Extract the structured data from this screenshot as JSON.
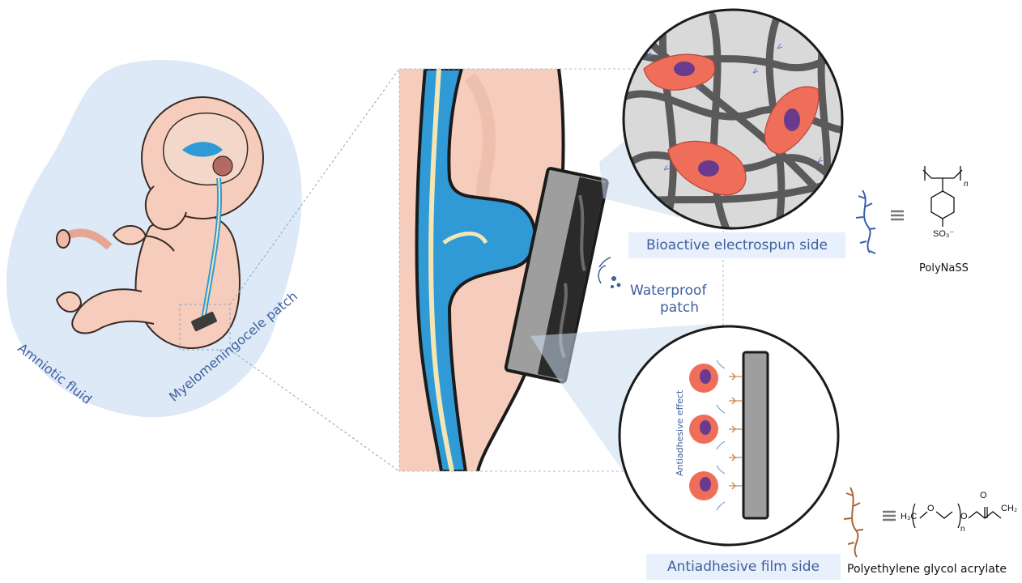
{
  "labels": {
    "amniotic_fluid": "Amniotic fluid",
    "myelo_patch": "Myelomeningocele patch",
    "waterproof_line1": "Waterproof",
    "waterproof_line2": "patch",
    "bioactive_side": "Bioactive electrospun side",
    "antiadhesive_side": "Antiadhesive film side",
    "antiadhesive_effect": "Antiadhesive effect",
    "polynass": "PolyNaSS",
    "peg_acrylate": "Polyethylene glycol acrylate"
  },
  "chem": {
    "so3": "SO₃⁻",
    "n1": "n",
    "n2": "n",
    "h3c": "H₃C",
    "o1": "O",
    "o2": "O",
    "o3": "O",
    "ch2": "CH₂"
  },
  "colors": {
    "amniotic": "#dde9f6",
    "skin": "#f6cdbd",
    "csf_blue": "#2f9ad6",
    "nerve": "#f3e6b4",
    "cell": "#ef6e5a",
    "nucleus": "#6a3a8e",
    "fiber": "#6b6b6b",
    "patch": "#9e9e9e",
    "label_text": "#3f5f9e"
  }
}
